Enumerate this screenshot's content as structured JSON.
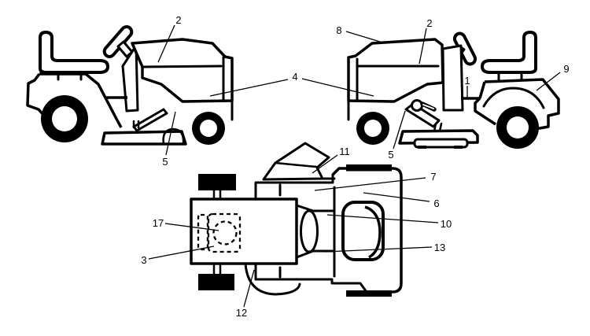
{
  "figure": {
    "kind": "parts-location line diagram of a lawn tractor (three views)",
    "background_color": "#ffffff",
    "ink_color": "#000000",
    "views": [
      {
        "name": "side view, tractor facing right",
        "callout_numbers": [
          "2",
          "4",
          "5"
        ]
      },
      {
        "name": "side view, tractor facing left",
        "callout_numbers": [
          "8",
          "2",
          "4",
          "1",
          "9",
          "5"
        ]
      },
      {
        "name": "top view",
        "callout_numbers": [
          "11",
          "7",
          "6",
          "10",
          "13",
          "17",
          "3",
          "12"
        ]
      }
    ],
    "callouts": [
      {
        "ref": "left-view-hood-top",
        "label": "2"
      },
      {
        "ref": "shared-lower-hood-both-views",
        "label": "4"
      },
      {
        "ref": "left-view-deck",
        "label": "5"
      },
      {
        "ref": "right-view-hood-front",
        "label": "8"
      },
      {
        "ref": "right-view-hood-top",
        "label": "2"
      },
      {
        "ref": "right-view-frame",
        "label": "1"
      },
      {
        "ref": "right-view-fender",
        "label": "9"
      },
      {
        "ref": "right-view-deck",
        "label": "5"
      },
      {
        "ref": "top-view-chute",
        "label": "11"
      },
      {
        "ref": "top-view-console",
        "label": "7"
      },
      {
        "ref": "top-view-fender-body",
        "label": "6"
      },
      {
        "ref": "top-view-seat-platform-upper",
        "label": "10"
      },
      {
        "ref": "top-view-seat-platform-lower",
        "label": "13"
      },
      {
        "ref": "top-view-engine-circle",
        "label": "17"
      },
      {
        "ref": "top-view-engine-box",
        "label": "3"
      },
      {
        "ref": "top-view-belt-loop",
        "label": "12"
      }
    ]
  }
}
